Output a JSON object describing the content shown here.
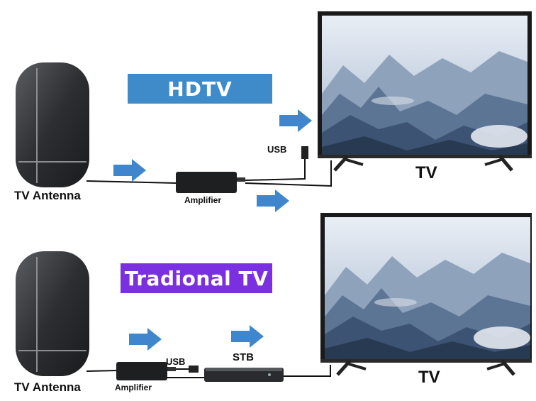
{
  "labels": {
    "hdtv": "HDTV",
    "traditional_tv": "Tradional TV",
    "tv_antenna_top": "TV Antenna",
    "tv_antenna_bottom": "TV Antenna",
    "amplifier_top": "Amplifier",
    "amplifier_bottom": "Amplifier",
    "usb_top": "USB",
    "usb_bottom": "USB",
    "stb": "STB",
    "tv_top": "TV",
    "tv_bottom": "TV"
  },
  "colors": {
    "hdtv_banner": "#3f8ac9",
    "traditional_banner": "#7a2fe0",
    "arrow": "#3f86cc",
    "device": "#1e1f21"
  }
}
